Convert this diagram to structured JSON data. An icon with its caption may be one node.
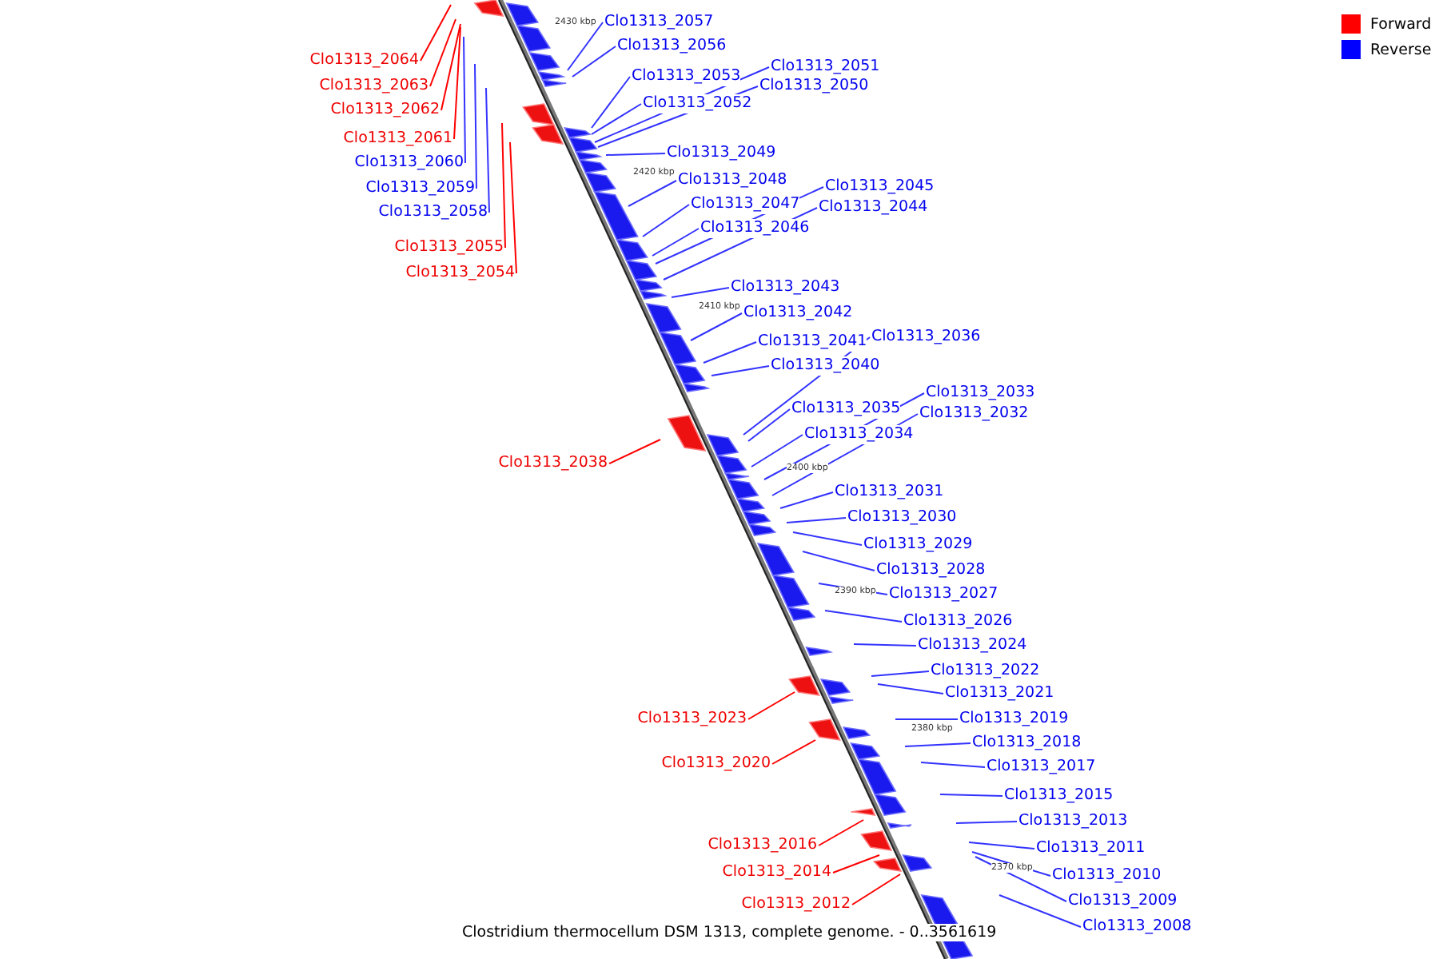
{
  "diagram": {
    "caption": "Clostridium thermocellum DSM 1313, complete genome. - 0..3561619",
    "nodes": [
      {
        "text": [
          "Clo1313_2064"
        ]
      },
      {
        "text": [
          "Clo1313_2063"
        ]
      },
      {
        "text": [
          "Clo1313_2062"
        ]
      },
      {
        "text": [
          "Clo1313_2061"
        ]
      },
      {
        "text": [
          "Clo1313_2060"
        ]
      },
      {
        "text": [
          "Clo1313_2059"
        ]
      },
      {
        "text": [
          "Clo1313_2058"
        ]
      },
      {
        "text": [
          "Clo1313_2055"
        ]
      },
      {
        "text": [
          "Clo1313_2054"
        ]
      },
      {
        "text": [
          "Clo1313_2057"
        ]
      },
      {
        "text": [
          "Clo1313_2056"
        ]
      },
      {
        "text": [
          "Clo1313_2053"
        ]
      },
      {
        "text": [
          "Clo1313_2051"
        ]
      },
      {
        "text": [
          "Clo1313_2052"
        ]
      },
      {
        "text": [
          "Clo1313_2050"
        ]
      },
      {
        "text": [
          "Clo1313_2049"
        ]
      },
      {
        "text": [
          "Clo1313_2048"
        ]
      },
      {
        "text": [
          "Clo1313_2045"
        ]
      },
      {
        "text": [
          "Clo1313_2047"
        ]
      },
      {
        "text": [
          "Clo1313_2044"
        ]
      },
      {
        "text": [
          "Clo1313_2046"
        ]
      },
      {
        "text": [
          "Clo1313_2043"
        ]
      },
      {
        "text": [
          "Clo1313_2042"
        ]
      },
      {
        "text": [
          "Clo1313_2041"
        ]
      },
      {
        "text": [
          "Clo1313_2036"
        ]
      },
      {
        "text": [
          "Clo1313_2040"
        ]
      },
      {
        "text": [
          "Clo1313_2038"
        ]
      },
      {
        "text": [
          "Clo1313_2033"
        ]
      },
      {
        "text": [
          "Clo1313_2035"
        ]
      },
      {
        "text": [
          "Clo1313_2032"
        ]
      },
      {
        "text": [
          "Clo1313_2034"
        ]
      },
      {
        "text": [
          "Clo1313_2031"
        ]
      },
      {
        "text": [
          "Clo1313_2030"
        ]
      },
      {
        "text": [
          "Clo1313_2029"
        ]
      },
      {
        "text": [
          "Clo1313_2028"
        ]
      },
      {
        "text": [
          "Clo1313_2027"
        ]
      },
      {
        "text": [
          "Clo1313_2026"
        ]
      },
      {
        "text": [
          "Clo1313_2024"
        ]
      },
      {
        "text": [
          "Clo1313_2022"
        ]
      },
      {
        "text": [
          "Clo1313_2021"
        ]
      },
      {
        "text": [
          "Clo1313_2023"
        ]
      },
      {
        "text": [
          "Clo1313_2019"
        ]
      },
      {
        "text": [
          "Clo1313_2018"
        ]
      },
      {
        "text": [
          "Clo1313_2020"
        ]
      },
      {
        "text": [
          "Clo1313_2017"
        ]
      },
      {
        "text": [
          "Clo1313_2015"
        ]
      },
      {
        "text": [
          "Clo1313_2013"
        ]
      },
      {
        "text": [
          "Clo1313_2016"
        ]
      },
      {
        "text": [
          "Clo1313_2011"
        ]
      },
      {
        "text": [
          "Clo1313_2014"
        ]
      },
      {
        "text": [
          "Clo1313_2010"
        ]
      },
      {
        "text": [
          "Clo1313_2012"
        ]
      },
      {
        "text": [
          "Clo1313_2009"
        ]
      },
      {
        "text": [
          "Clo1313_2008"
        ]
      }
    ],
    "edges": [
      {
        "from": 0,
        "to": null,
        "arrow": "none",
        "color": "#ff0000"
      },
      {
        "from": 1,
        "to": null,
        "arrow": "none",
        "color": "#ff0000"
      },
      {
        "from": 2,
        "to": null,
        "arrow": "none",
        "color": "#ff0000"
      },
      {
        "from": 3,
        "to": null,
        "arrow": "none",
        "color": "#ff0000"
      },
      {
        "from": 4,
        "to": null,
        "arrow": "none"
      },
      {
        "from": 5,
        "to": null,
        "arrow": "none"
      },
      {
        "from": 6,
        "to": null,
        "arrow": "none"
      },
      {
        "from": 7,
        "to": null,
        "arrow": "none",
        "color": "#ff0000"
      },
      {
        "from": 8,
        "to": null,
        "arrow": "none",
        "color": "#ff0000"
      },
      {
        "from": 9,
        "to": null,
        "arrow": "none"
      },
      {
        "from": 10,
        "to": null,
        "arrow": "none"
      },
      {
        "from": 11,
        "to": null,
        "arrow": "none"
      },
      {
        "from": 12,
        "to": null,
        "arrow": "none"
      },
      {
        "from": 13,
        "to": null,
        "arrow": "none"
      },
      {
        "from": 14,
        "to": null,
        "arrow": "none"
      },
      {
        "from": 15,
        "to": null,
        "arrow": "none"
      },
      {
        "from": 16,
        "to": null,
        "arrow": "none"
      },
      {
        "from": 17,
        "to": null,
        "arrow": "none"
      },
      {
        "from": 18,
        "to": null,
        "arrow": "none"
      },
      {
        "from": 19,
        "to": null,
        "arrow": "none"
      },
      {
        "from": 20,
        "to": null,
        "arrow": "none"
      },
      {
        "from": 21,
        "to": null,
        "arrow": "none"
      },
      {
        "from": 22,
        "to": null,
        "arrow": "none"
      },
      {
        "from": 23,
        "to": null,
        "arrow": "none"
      },
      {
        "from": 24,
        "to": null,
        "arrow": "none"
      },
      {
        "from": 25,
        "to": null,
        "arrow": "none"
      },
      {
        "from": 26,
        "to": null,
        "arrow": "none",
        "color": "#ff0000"
      },
      {
        "from": 27,
        "to": null,
        "arrow": "none"
      },
      {
        "from": 28,
        "to": null,
        "arrow": "none"
      },
      {
        "from": 29,
        "to": null,
        "arrow": "none"
      },
      {
        "from": 30,
        "to": null,
        "arrow": "none"
      },
      {
        "from": 31,
        "to": null,
        "arrow": "none"
      },
      {
        "from": 32,
        "to": null,
        "arrow": "none"
      },
      {
        "from": 33,
        "to": null,
        "arrow": "none"
      },
      {
        "from": 34,
        "to": null,
        "arrow": "none"
      },
      {
        "from": 35,
        "to": null,
        "arrow": "none"
      },
      {
        "from": 36,
        "to": null,
        "arrow": "none"
      },
      {
        "from": 37,
        "to": null,
        "arrow": "none"
      },
      {
        "from": 38,
        "to": null,
        "arrow": "none"
      },
      {
        "from": 39,
        "to": null,
        "arrow": "none"
      },
      {
        "from": 40,
        "to": null,
        "arrow": "none",
        "color": "#ff0000"
      },
      {
        "from": 41,
        "to": null,
        "arrow": "none"
      },
      {
        "from": 42,
        "to": null,
        "arrow": "none"
      },
      {
        "from": 43,
        "to": null,
        "arrow": "none",
        "color": "#ff0000"
      },
      {
        "from": 44,
        "to": null,
        "arrow": "none"
      },
      {
        "from": 45,
        "to": null,
        "arrow": "none"
      },
      {
        "from": 46,
        "to": null,
        "arrow": "none"
      },
      {
        "from": 47,
        "to": null,
        "arrow": "none",
        "color": "#ff0000"
      },
      {
        "from": 48,
        "to": null,
        "arrow": "none"
      },
      {
        "from": 49,
        "to": null,
        "arrow": "none",
        "color": "#ff0000"
      },
      {
        "from": 50,
        "to": null,
        "arrow": "none"
      },
      {
        "from": 51,
        "to": null,
        "arrow": "none",
        "color": "#ff0000"
      },
      {
        "from": 52,
        "to": null,
        "arrow": "none"
      },
      {
        "from": 53,
        "to": null,
        "arrow": "none"
      }
    ],
    "labels": [
      "2430 kbp",
      "2420 kbp",
      "2410 kbp",
      "2400 kbp",
      "2390 kbp",
      "2380 kbp",
      "2370 kbp"
    ],
    "legend": [
      {
        "text": "Forward",
        "color": "#ff0000"
      },
      {
        "text": "Reverse",
        "color": "#0000ff"
      }
    ]
  }
}
